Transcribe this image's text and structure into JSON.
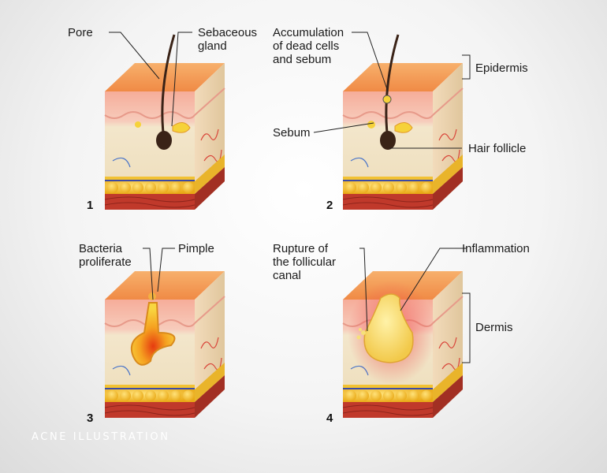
{
  "panels": [
    {
      "number": "1",
      "labels": {
        "pore": "Pore",
        "sebaceous_gland": [
          "Sebaceous",
          "gland"
        ]
      }
    },
    {
      "number": "2",
      "labels": {
        "accumulation": [
          "Accumulation",
          "of dead cells",
          "and sebum"
        ],
        "sebum": "Sebum",
        "hair_follicle": "Hair follicle"
      }
    },
    {
      "number": "3",
      "labels": {
        "bacteria": [
          "Bacteria",
          "proliferate"
        ],
        "pimple": "Pimple"
      }
    },
    {
      "number": "4",
      "labels": {
        "rupture": [
          "Rupture of",
          "the follicular",
          "canal"
        ],
        "inflammation": "Inflammation"
      }
    }
  ],
  "layers": {
    "epidermis": "Epidermis",
    "dermis": "Dermis"
  },
  "caption": "ACNE ILLUSTRATION",
  "colors": {
    "top_skin": "#f5a05c",
    "epidermis": "#f6c2b4",
    "dermis": "#f1e5c8",
    "fat": "#f2c233",
    "muscle": "#c0392b",
    "sebum": "#f6d23a",
    "inflammation": "#ef4a4a"
  }
}
